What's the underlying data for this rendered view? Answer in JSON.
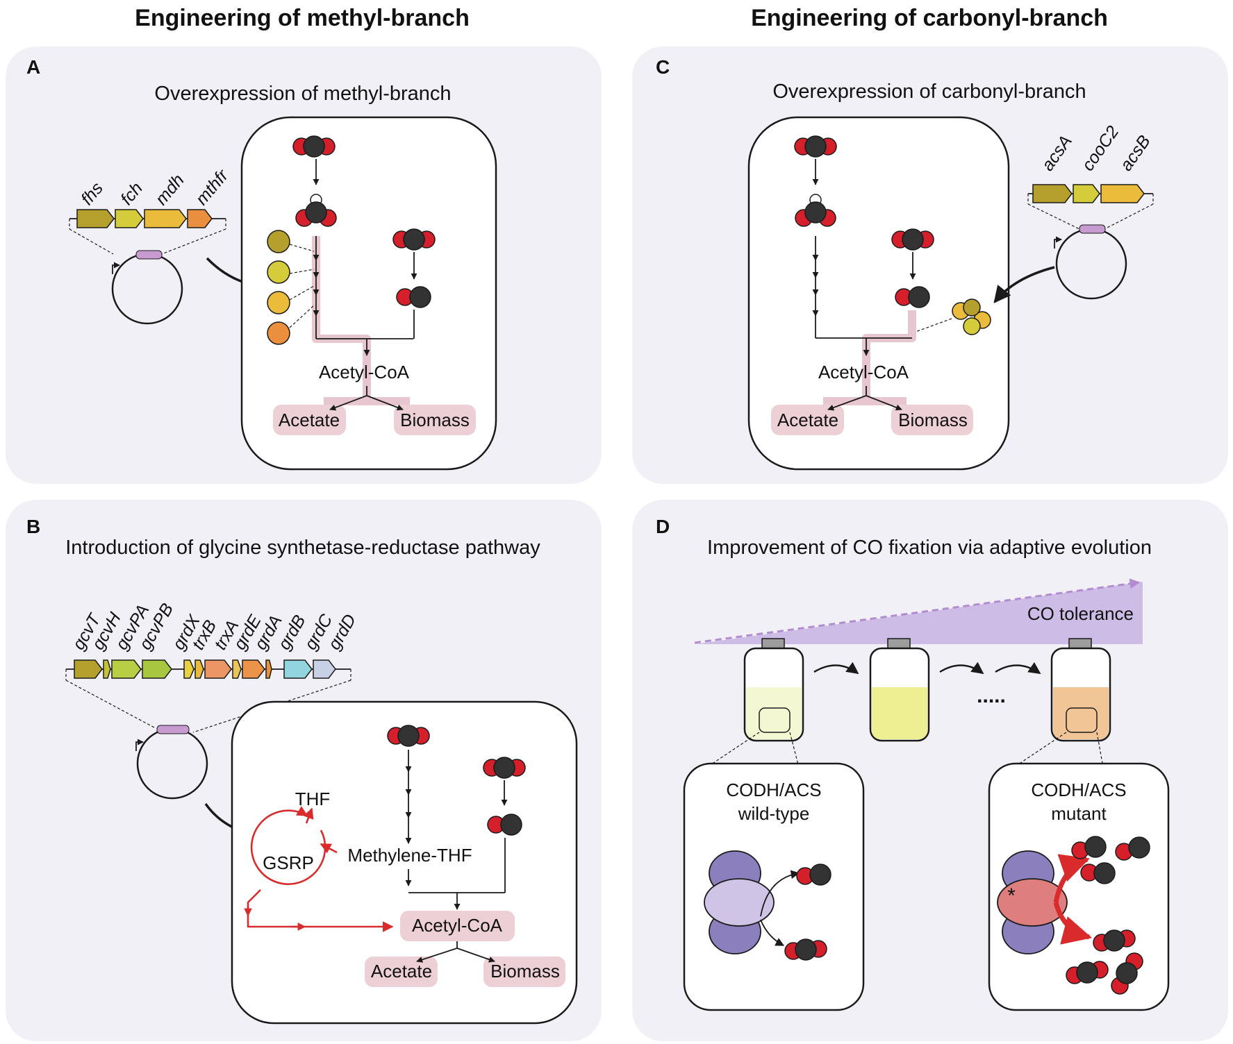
{
  "headers": {
    "left": "Engineering of methyl-branch",
    "right": "Engineering of carbonyl-branch"
  },
  "panels": {
    "A": {
      "letter": "A",
      "title": "Overexpression of methyl-branch",
      "genes": [
        "fhs",
        "fch",
        "mdh",
        "mthfr"
      ],
      "gene_colors": [
        "#b5a02e",
        "#d4cc3a",
        "#ebbb3c",
        "#e98f3d"
      ],
      "product": "Acetyl-CoA",
      "outputs": [
        "Acetate",
        "Biomass"
      ]
    },
    "B": {
      "letter": "B",
      "title": "Introduction of glycine synthetase-reductase pathway",
      "genes": [
        "gcvT",
        "gcvH",
        "gcvPA",
        "gcvPB",
        "grdX",
        "trxB",
        "trxA",
        "grdE",
        "grdA",
        "grdB",
        "grdC",
        "grdD"
      ],
      "gene_colors": [
        "#b5a02e",
        "#c4c23a",
        "#b8cf45",
        "#a7c741",
        "#e9d03f",
        "#ebbb3c",
        "#eb9664",
        "#ebc45a",
        "#ec934a",
        "#e98f3d",
        "#93d5df",
        "#c8d0e6"
      ],
      "cycle_label": "GSRP",
      "cofactor": "THF",
      "intermediate": "Methylene-THF",
      "product": "Acetyl-CoA",
      "outputs": [
        "Acetate",
        "Biomass"
      ]
    },
    "C": {
      "letter": "C",
      "title": "Overexpression of carbonyl-branch",
      "genes": [
        "acsA",
        "cooC2",
        "acsB"
      ],
      "gene_colors": [
        "#b5a02e",
        "#d4cc3a",
        "#ebbb3c"
      ],
      "product": "Acetyl-CoA",
      "outputs": [
        "Acetate",
        "Biomass"
      ]
    },
    "D": {
      "letter": "D",
      "title": "Improvement of CO fixation via adaptive evolution",
      "gradient_label": "CO tolerance",
      "ellipsis": ".....",
      "culture_colors": [
        "#f3f8d2",
        "#eeee93",
        "#f1c596"
      ],
      "wild": {
        "line1": "CODH/ACS",
        "line2": "wild-type"
      },
      "mutant": {
        "line1": "CODH/ACS",
        "line2": "mutant",
        "mark": "*"
      }
    }
  },
  "colors": {
    "oxygen": "#d51f2b",
    "carbon": "#333333",
    "hydrogen": "#ffffff",
    "pathway_highlight": "#e8c6cf",
    "gsrp_arrow": "#d92b2b",
    "plasmid_marker": "#c79bd0",
    "codh_wild": "#cfc3e6",
    "codh_mutant": "#de7e7e",
    "codh_body": "#8b80bd",
    "gradient": "#cdbde6"
  }
}
